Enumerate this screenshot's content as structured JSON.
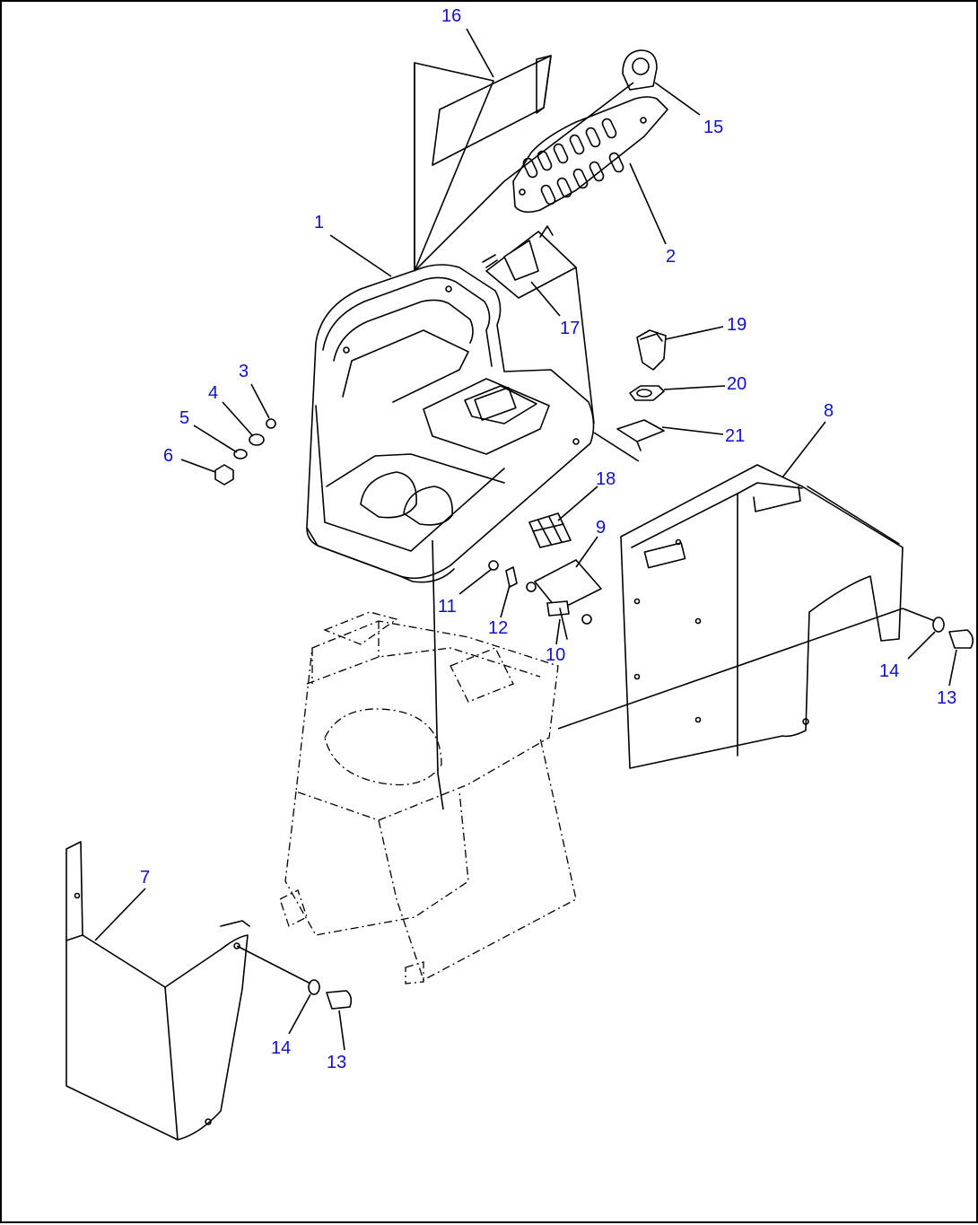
{
  "callouts": [
    {
      "id": "c1",
      "text": "1"
    },
    {
      "id": "c2",
      "text": "2"
    },
    {
      "id": "c3",
      "text": "3"
    },
    {
      "id": "c4",
      "text": "4"
    },
    {
      "id": "c5",
      "text": "5"
    },
    {
      "id": "c6",
      "text": "6"
    },
    {
      "id": "c7",
      "text": "7"
    },
    {
      "id": "c8",
      "text": "8"
    },
    {
      "id": "c9",
      "text": "9"
    },
    {
      "id": "c10",
      "text": "10"
    },
    {
      "id": "c11",
      "text": "11"
    },
    {
      "id": "c12",
      "text": "12"
    },
    {
      "id": "c13a",
      "text": "13"
    },
    {
      "id": "c13b",
      "text": "13"
    },
    {
      "id": "c14a",
      "text": "14"
    },
    {
      "id": "c14b",
      "text": "14"
    },
    {
      "id": "c15",
      "text": "15"
    },
    {
      "id": "c16",
      "text": "16"
    },
    {
      "id": "c17",
      "text": "17"
    },
    {
      "id": "c18",
      "text": "18"
    },
    {
      "id": "c19",
      "text": "19"
    },
    {
      "id": "c20",
      "text": "20"
    },
    {
      "id": "c21",
      "text": "21"
    }
  ],
  "colors": {
    "callout": "#1010c8",
    "line": "#000000",
    "background": "#ffffff"
  }
}
